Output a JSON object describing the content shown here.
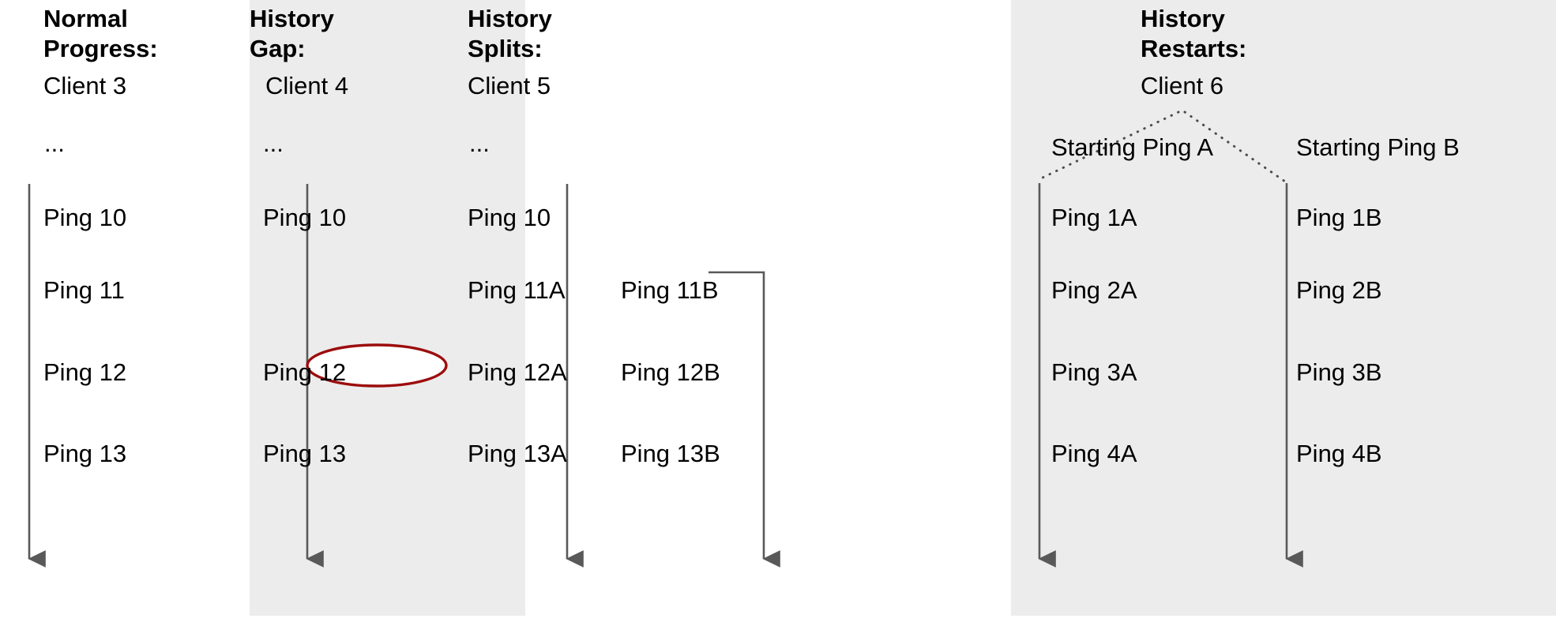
{
  "diagram": {
    "title_note": "Client history progression diagram",
    "background": "#ffffff",
    "band_color": "#ececec",
    "line_color": "#595959",
    "ellipse_stroke": "#9c0d0d",
    "ellipse_fill": "#ffffff",
    "dotted_color": "#4d4d4d"
  },
  "columns": [
    {
      "id": "normal-progress",
      "title": "Normal\nProgress:",
      "client": "Client 3",
      "ellipsis": "...",
      "tracks": [
        {
          "id": "track-main",
          "nodes": [
            "Ping 10",
            "Ping 11",
            "Ping 12",
            "Ping 13"
          ]
        }
      ]
    },
    {
      "id": "history-gap",
      "title": "History\nGap:",
      "client": "Client 4",
      "ellipsis": "...",
      "tracks": [
        {
          "id": "track-main",
          "nodes": [
            "Ping 10",
            "Ping 12",
            "Ping 13"
          ]
        }
      ],
      "gap_marker": "missing-history-ellipse"
    },
    {
      "id": "history-splits",
      "title": "History\nSplits:",
      "client": "Client 5",
      "ellipsis": "...",
      "tracks": [
        {
          "id": "track-a",
          "nodes": [
            "Ping 10",
            "Ping 11A",
            "Ping 12A",
            "Ping 13A"
          ]
        },
        {
          "id": "track-b",
          "nodes": [
            "Ping 11B",
            "Ping 12B",
            "Ping 13B"
          ]
        }
      ]
    },
    {
      "id": "history-restarts",
      "title": "History\nRestarts:",
      "client": "Client 6",
      "tracks": [
        {
          "id": "track-a",
          "head": "Starting Ping A",
          "nodes": [
            "Ping 1A",
            "Ping 2A",
            "Ping 3A",
            "Ping 4A"
          ]
        },
        {
          "id": "track-b",
          "head": "Starting Ping B",
          "nodes": [
            "Ping 1B",
            "Ping 2B",
            "Ping 3B",
            "Ping 4B"
          ]
        }
      ]
    }
  ],
  "labels": {
    "c1_title": "Normal\nProgress:",
    "c1_client": "Client 3",
    "c1_dots": "...",
    "c1_n1": "Ping 10",
    "c1_n2": "Ping 11",
    "c1_n3": "Ping 12",
    "c1_n4": "Ping 13",
    "c2_title": "History\nGap:",
    "c2_client": "Client 4",
    "c2_dots": "...",
    "c2_n1": "Ping 10",
    "c2_n3": "Ping 12",
    "c2_n4": "Ping 13",
    "c3_title": "History\nSplits:",
    "c3_client": "Client 5",
    "c3_dots": "...",
    "c3_a1": "Ping 10",
    "c3_a2": "Ping 11A",
    "c3_a3": "Ping 12A",
    "c3_a4": "Ping 13A",
    "c3_b2": "Ping 11B",
    "c3_b3": "Ping 12B",
    "c3_b4": "Ping 13B",
    "c4_title": "History\nRestarts:",
    "c4_client": "Client 6",
    "c4_headA": "Starting Ping A",
    "c4_headB": "Starting Ping B",
    "c4_a1": "Ping 1A",
    "c4_a2": "Ping 2A",
    "c4_a3": "Ping 3A",
    "c4_a4": "Ping 4A",
    "c4_b1": "Ping 1B",
    "c4_b2": "Ping 2B",
    "c4_b3": "Ping 3B",
    "c4_b4": "Ping 4B"
  }
}
